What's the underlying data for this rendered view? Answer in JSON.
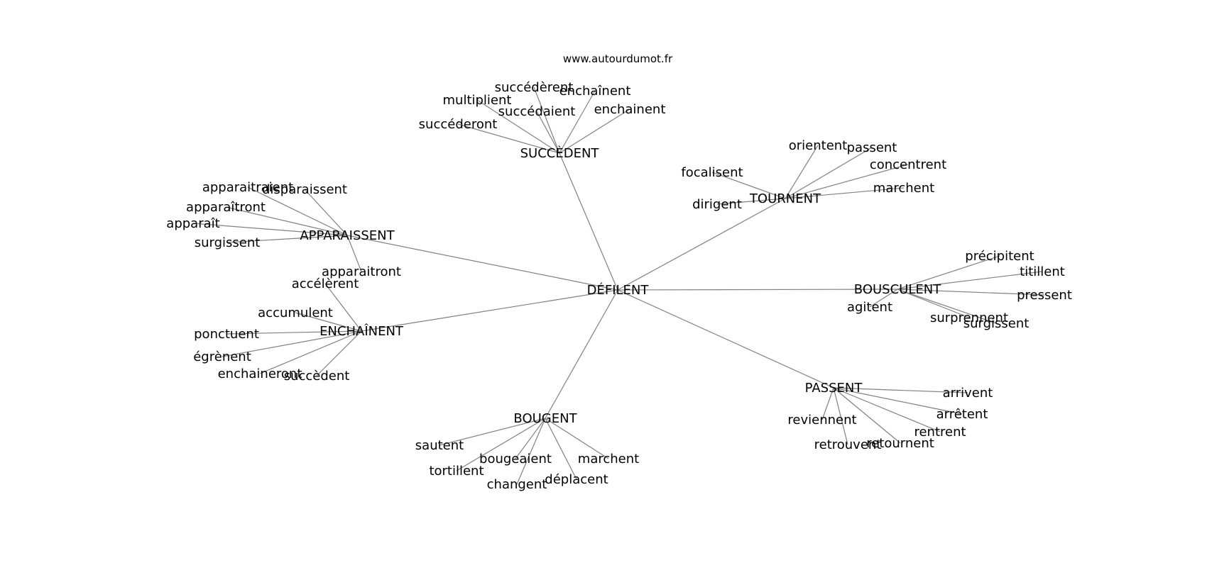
{
  "watermark": "www.autourdumot.fr",
  "colors": {
    "edge": "#808080",
    "text": "#000000",
    "background": "#ffffff"
  },
  "center": {
    "id": "defilent",
    "label": "DÉFILENT"
  },
  "clusters": [
    {
      "id": "succedent",
      "label": "SUCCÈDENT",
      "words": [
        "succédèrent",
        "enchaînent",
        "multiplient",
        "succédaient",
        "enchainent",
        "succéderont"
      ]
    },
    {
      "id": "tournent",
      "label": "TOURNENT",
      "words": [
        "orientent",
        "passent",
        "concentrent",
        "focalisent",
        "marchent",
        "dirigent"
      ]
    },
    {
      "id": "apparaissent",
      "label": "APPARAISSENT",
      "words": [
        "apparaitraient",
        "disparaissent",
        "apparaîtront",
        "apparaît",
        "surgissent",
        "apparaitront"
      ]
    },
    {
      "id": "bousculent",
      "label": "BOUSCULENT",
      "words": [
        "précipitent",
        "titillent",
        "pressent",
        "agitent",
        "surprennent",
        "surgissent"
      ]
    },
    {
      "id": "enchainent",
      "label": "ENCHAÎNENT",
      "words": [
        "accélèrent",
        "accumulent",
        "ponctuent",
        "égrènent",
        "enchaineront",
        "succèdent"
      ]
    },
    {
      "id": "passent",
      "label": "PASSENT",
      "words": [
        "arrivent",
        "arrêtent",
        "reviennent",
        "rentrent",
        "retrouvent",
        "retournent"
      ]
    },
    {
      "id": "bougent",
      "label": "BOUGENT",
      "words": [
        "sautent",
        "bougeaient",
        "marchent",
        "tortillent",
        "déplacent",
        "changent"
      ]
    }
  ]
}
